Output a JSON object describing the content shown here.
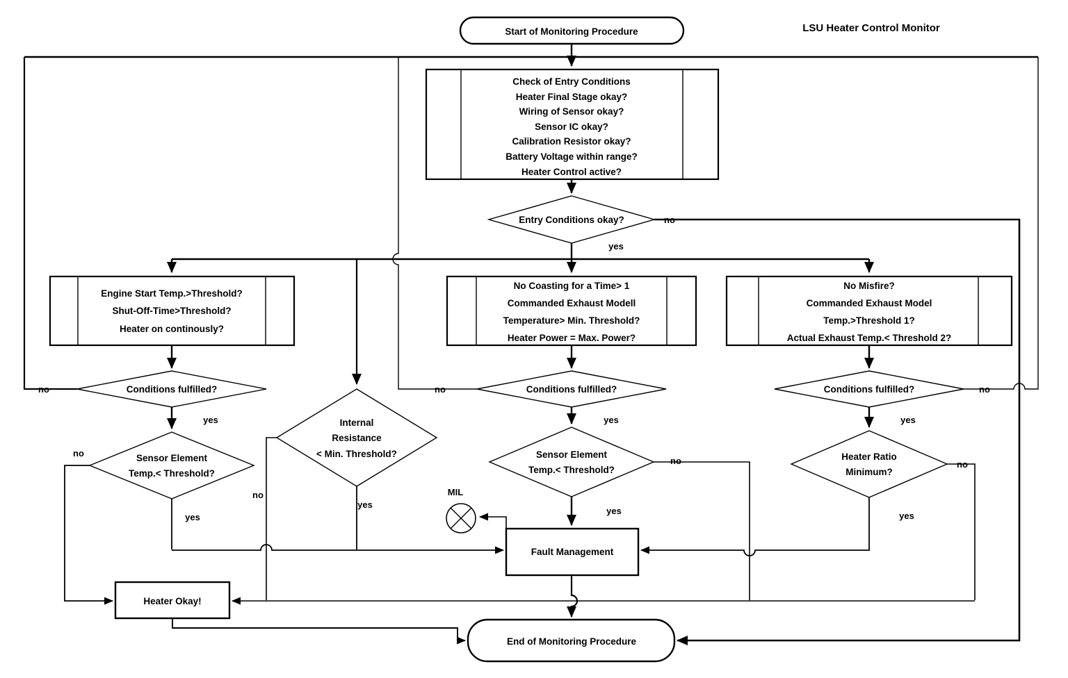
{
  "title": "LSU Heater Control Monitor",
  "labels": {
    "yes": "yes",
    "no": "no",
    "mil": "MIL"
  },
  "nodes": {
    "start": {
      "label": "Start of Monitoring Procedure"
    },
    "entry_check": {
      "lines": [
        "Check of Entry Conditions",
        "Heater Final Stage okay?",
        "Wiring of Sensor okay?",
        "Sensor IC okay?",
        "Calibration Resistor okay?",
        "Battery Voltage within range?",
        "Heater Control active?"
      ]
    },
    "entry_ok": {
      "label": "Entry Conditions okay?"
    },
    "engine_start": {
      "lines": [
        "Engine Start Temp.>Threshold?",
        "Shut-Off-Time>Threshold?",
        "Heater on continously?"
      ]
    },
    "no_coasting": {
      "lines": [
        "No Coasting for a Time> 1",
        "Commanded Exhaust Modell",
        "Temperature> Min. Threshold?",
        "Heater Power = Max. Power?"
      ]
    },
    "no_misfire": {
      "lines": [
        "No Misfire?",
        "Commanded Exhaust Model",
        "Temp.>Threshold 1?",
        "Actual Exhaust Temp.< Threshold 2?"
      ]
    },
    "cond_left": {
      "label": "Conditions fulfilled?"
    },
    "cond_mid": {
      "label": "Conditions fulfilled?"
    },
    "cond_right": {
      "label": "Conditions fulfilled?"
    },
    "sensor_left": {
      "lines": [
        "Sensor Element",
        "Temp.< Threshold?"
      ]
    },
    "internal_res": {
      "lines": [
        "Internal",
        "Resistance",
        "< Min. Threshold?"
      ]
    },
    "sensor_mid": {
      "lines": [
        "Sensor Element",
        "Temp.< Threshold?"
      ]
    },
    "heater_ratio": {
      "lines": [
        "Heater Ratio",
        "Minimum?"
      ]
    },
    "fault_mgmt": {
      "label": "Fault Management"
    },
    "heater_okay": {
      "label": "Heater Okay!"
    },
    "end": {
      "label": "End of Monitoring Procedure"
    }
  }
}
